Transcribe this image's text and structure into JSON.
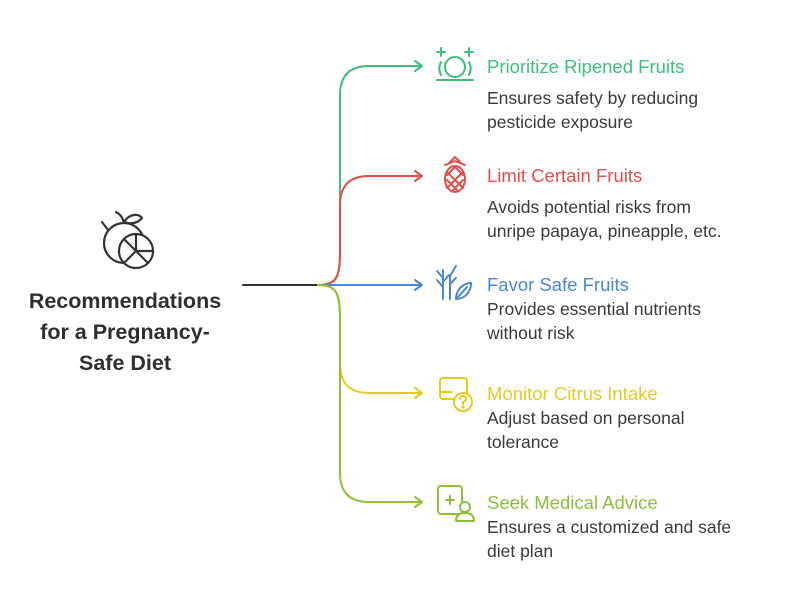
{
  "central": {
    "title_lines": [
      "Recommendations",
      "for a Pregnancy-",
      "Safe Diet"
    ]
  },
  "branches": [
    {
      "title": "Prioritize Ripened Fruits",
      "desc_lines": [
        "Ensures safety by reducing",
        "pesticide exposure"
      ],
      "color": "#3dbf7a",
      "icon": "sun-fruit-icon"
    },
    {
      "title": "Limit Certain Fruits",
      "desc_lines": [
        "Avoids potential risks from",
        "unripe papaya, pineapple, etc."
      ],
      "color": "#e0504a",
      "icon": "pineapple-icon"
    },
    {
      "title": "Favor Safe Fruits",
      "desc_lines": [
        "Provides essential nutrients",
        "without risk"
      ],
      "color": "#4a86d9",
      "icon": "plant-leaf-icon"
    },
    {
      "title": "Monitor Citrus Intake",
      "desc_lines": [
        "Adjust based on personal",
        "tolerance"
      ],
      "color": "#e3cc20",
      "icon": "question-screen-icon"
    },
    {
      "title": "Seek Medical Advice",
      "desc_lines": [
        "Ensures a customized and safe",
        "diet plan"
      ],
      "color": "#8dbf3a",
      "icon": "medical-person-icon"
    }
  ]
}
